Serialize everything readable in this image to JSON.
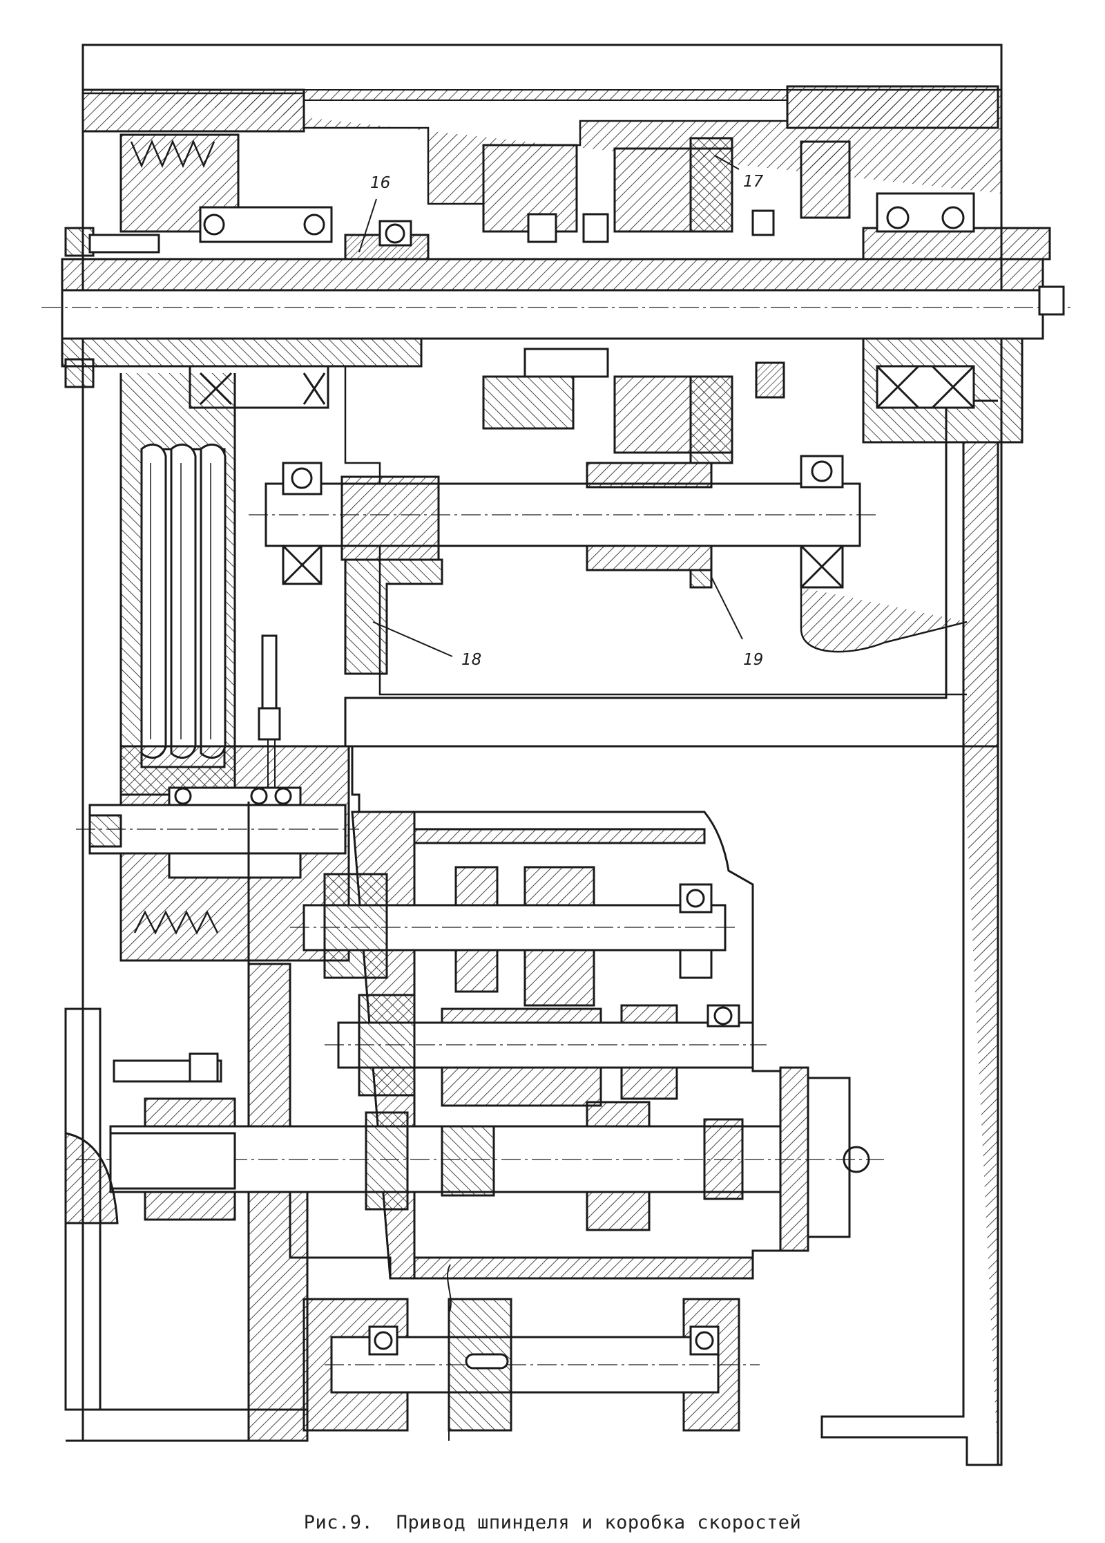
{
  "figure": {
    "number": "Рис.9.",
    "title": "Привод шпинделя и коробка скоростей"
  },
  "callouts": [
    {
      "id": "c16",
      "label": "16"
    },
    {
      "id": "c17",
      "label": "17"
    },
    {
      "id": "c18",
      "label": "18"
    },
    {
      "id": "c19",
      "label": "19"
    }
  ],
  "style": {
    "line_color": "#1a1a1a",
    "paper_color": "#ffffff"
  }
}
